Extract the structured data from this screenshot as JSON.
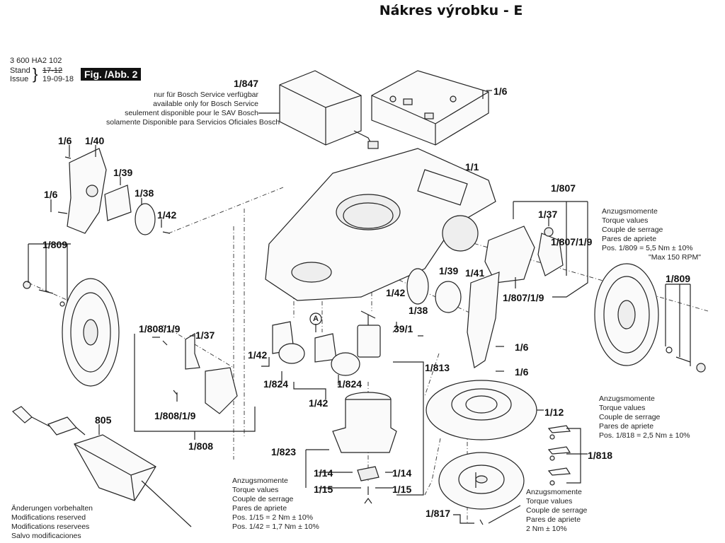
{
  "title": "Nákres výrobku - E",
  "header": {
    "part_number": "3 600 HA2 102",
    "stand_label": "Stand",
    "issue_label": "Issue",
    "stand_value_struck": "17-12",
    "issue_value": "19-09-18",
    "fig_label": "Fig. /Abb. 2"
  },
  "service_note": {
    "ref": "1/847",
    "lines": [
      "nur für Bosch Service verfügbar",
      "available only for Bosch Service",
      "seulement disponible pour le SAV Bosch",
      "solamente Disponible para Servicios Oficiales Bosch"
    ]
  },
  "torque_notes": {
    "wheel": {
      "lines": [
        "Anzugsmomente",
        "Torque values",
        "Couple de serrage",
        "Pares de apriete",
        "Pos. 1/809 = 5,5 Nm  ± 10%",
        "\"Max 150 RPM\""
      ]
    },
    "blades": {
      "lines": [
        "Anzugsmomente",
        "Torque values",
        "Couple de serrage",
        "Pares de apriete",
        "Pos. 1/818 = 2,5 Nm  ± 10%"
      ]
    },
    "motor": {
      "lines": [
        "Anzugsmomente",
        "Torque values",
        "Couple de serrage",
        "Pares de apriete",
        "Pos. 1/15 = 2 Nm  ± 10%",
        "Pos. 1/42 = 1,7 Nm  ± 10%"
      ]
    },
    "disc": {
      "lines": [
        "Anzugsmomente",
        "Torque values",
        "Couple de serrage",
        "Pares de apriete",
        "2 Nm  ± 10%"
      ]
    }
  },
  "modifications_note": {
    "lines": [
      "Änderungen vorbehalten",
      "Modifications reserved",
      "Modifications reservees",
      "Salvo modificaciones"
    ]
  },
  "callouts": {
    "c_1_6_top": "1/6",
    "c_1_1": "1/1",
    "c_1_6_left_a": "1/6",
    "c_1_40": "1/40",
    "c_1_39_left": "1/39",
    "c_1_6_left_b": "1/6",
    "c_1_38_left": "1/38",
    "c_1_42_left": "1/42",
    "c_1_809_left": "1/809",
    "c_1_807": "1/807",
    "c_1_37_right": "1/37",
    "c_1_807_1_9_a": "1/807/1/9",
    "c_1_807_1_9_b": "1/807/1/9",
    "c_1_809_right": "1/809",
    "c_1_39_mid": "1/39",
    "c_1_41": "1/41",
    "c_1_42_mid": "1/42",
    "c_1_38_mid": "1/38",
    "c_39_1": "39/1",
    "c_1_6_mid_a": "1/6",
    "c_1_6_mid_b": "1/6",
    "c_1_808_1_9_a": "1/808/1/9",
    "c_1_37_left": "1/37",
    "c_1_808_1_9_b": "1/808/1/9",
    "c_1_808": "1/808",
    "c_A": "A",
    "c_1_42_a": "1/42",
    "c_1_824_a": "1/824",
    "c_1_824_b": "1/824",
    "c_1_42_b": "1/42",
    "c_1_813": "1/813",
    "c_805": "805",
    "c_1_823": "1/823",
    "c_1_14_a": "1/14",
    "c_1_14_b": "1/14",
    "c_1_15_a": "1/15",
    "c_1_15_b": "1/15",
    "c_1_12": "1/12",
    "c_1_818": "1/818",
    "c_1_817": "1/817"
  }
}
